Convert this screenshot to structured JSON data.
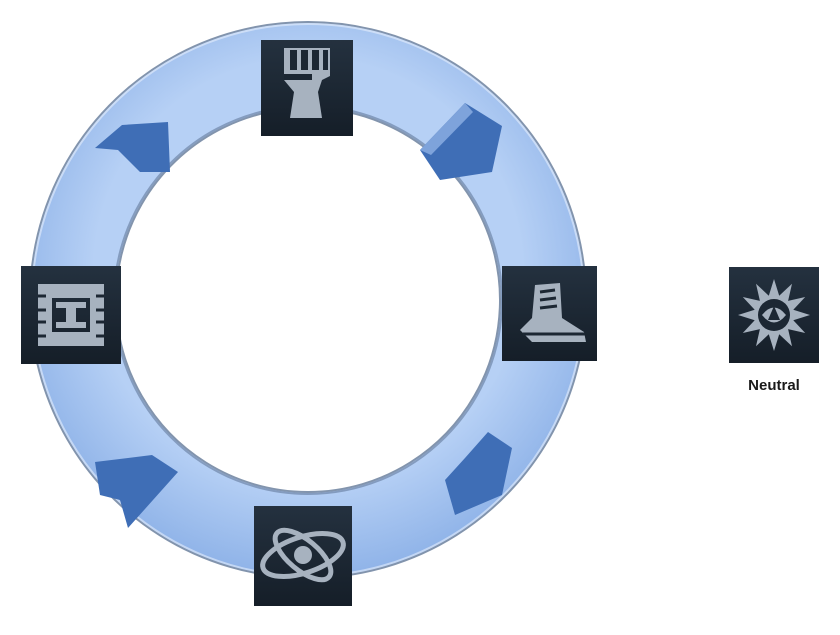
{
  "colors": {
    "ring_fill": "#a9c7f2",
    "ring_fill_dark": "#86aee6",
    "ring_edge": "#8a9bb3",
    "chevron": "#3f6eb6",
    "chevron_light": "#6a93d2",
    "icon_bg": "#1c2733",
    "icon_fg": "#a7b2bf"
  },
  "cycle": {
    "nodes": [
      {
        "id": "strength",
        "icon": "fist-icon"
      },
      {
        "id": "speed",
        "icon": "boot-icon"
      },
      {
        "id": "science",
        "icon": "atom-icon"
      },
      {
        "id": "tech",
        "icon": "chip-icon"
      }
    ],
    "arrows": [
      "chevron-top-right",
      "chevron-bottom-right",
      "chevron-bottom-left",
      "chevron-top-left"
    ]
  },
  "neutral": {
    "icon": "eye-star-icon",
    "label": "Neutral"
  }
}
